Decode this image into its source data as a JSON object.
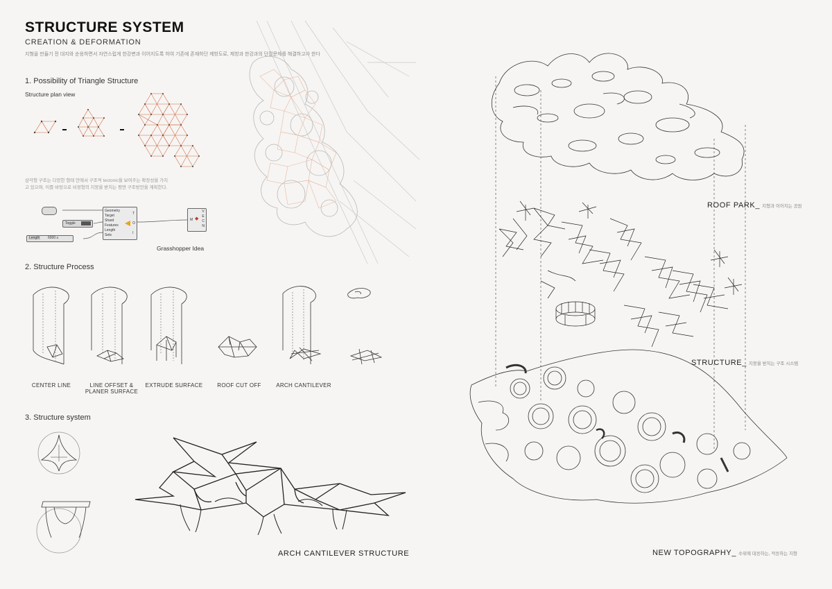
{
  "header": {
    "title": "STRUCTURE SYSTEM",
    "subtitle": "CREATION & DEFORMATION",
    "description": "지형을 만들기 전 대지와 순응하면서 자연스럽게 한강변과 이어지도록 하여 기존에 존재하던 제방도로, 제방과 한강과의 단절문제를 해결하고자 한다"
  },
  "section1": {
    "heading": "1. Possibility of Triangle Structure",
    "plan_view_label": "Structure plan view",
    "paragraph_line1": "삼각형 구조는 다양한 형태 안에서 구조적 tectonic을 보여주는 확장성을 가지",
    "paragraph_line2": "고 있으며, 이를 바탕으로 비정형의 지붕을 받치는 평면 구조방안을 계획한다.",
    "grasshopper": {
      "caption": "Grasshopper Idea",
      "inputs": [
        "Geometry",
        "Target",
        "Shard",
        "Features",
        "Length",
        "Sets"
      ],
      "toggle_label": "Toggle",
      "slider_label": "Length",
      "slider_value": "6000 ≤",
      "outputs": [
        "V",
        "E",
        "C",
        "N"
      ],
      "out_port": "M"
    }
  },
  "section2": {
    "heading": "2. Structure Process",
    "steps": [
      {
        "line1": "CENTER LINE",
        "line2": ""
      },
      {
        "line1": "LINE OFFSET &",
        "line2": "PLANER SURFACE"
      },
      {
        "line1": "EXTRUDE SURFACE",
        "line2": ""
      },
      {
        "line1": "ROOF CUT OFF",
        "line2": ""
      },
      {
        "line1": "ARCH CANTILEVER",
        "line2": ""
      }
    ]
  },
  "section3": {
    "heading": "3. Structure system",
    "caption": "ARCH CANTILEVER STRUCTURE"
  },
  "layers": {
    "roof": {
      "label": "ROOF PARK_",
      "sub": "지형과 이어지는 공원"
    },
    "structure": {
      "label": "STRUCTURE_",
      "sub": "지붕을 받치는 구조 시스템"
    },
    "topography": {
      "label": "NEW TOPOGRAPHY_",
      "sub": "수위에 대응하는, 적응하는 지형"
    }
  },
  "colors": {
    "accent": "#d2663d",
    "line": "#333333",
    "faint": "#bdbdbd",
    "background": "#f6f5f3"
  }
}
